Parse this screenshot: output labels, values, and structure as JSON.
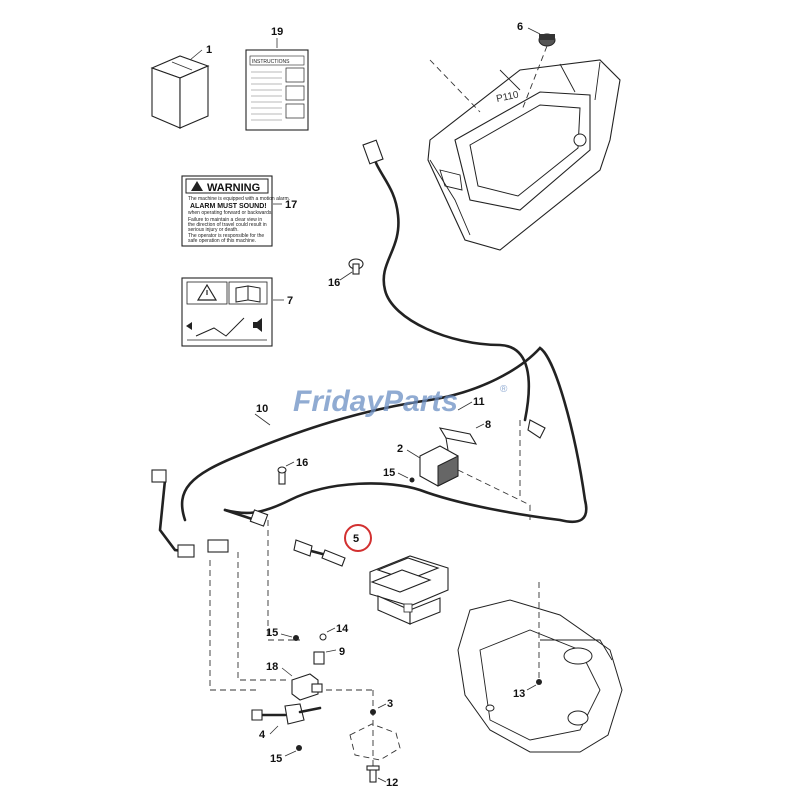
{
  "watermark": {
    "text": "FridayParts",
    "reg": "®",
    "color_main": "#6c8fc4",
    "color_accent": "#f0a23a"
  },
  "callouts": [
    "1",
    "19",
    "6",
    "17",
    "7",
    "16",
    "10",
    "11",
    "8",
    "2",
    "15",
    "16",
    "5",
    "15",
    "14",
    "9",
    "18",
    "3",
    "4",
    "13",
    "15",
    "12"
  ],
  "highlight": {
    "number": "5",
    "color": "#d23030"
  },
  "instructions_sheet": {
    "title": "INSTRUCTIONS"
  },
  "warning_decal": {
    "header": "WARNING",
    "line1": "The machine is equipped with a motion alarm.",
    "line2": "ALARM MUST SOUND!",
    "line3": "when operating forward or backwards.",
    "line4": "Failure to maintain a clear view in",
    "line5": "the direction of travel could result in",
    "line6": "serious injury or death.",
    "line7": "The operator is responsible for the",
    "line8": "safe operation of this machine."
  },
  "icons": [
    "box-icon",
    "manual-icon",
    "warning-triangle-icon",
    "book-icon",
    "speaker-icon"
  ],
  "colors": {
    "line": "#222222",
    "background": "#ffffff"
  }
}
